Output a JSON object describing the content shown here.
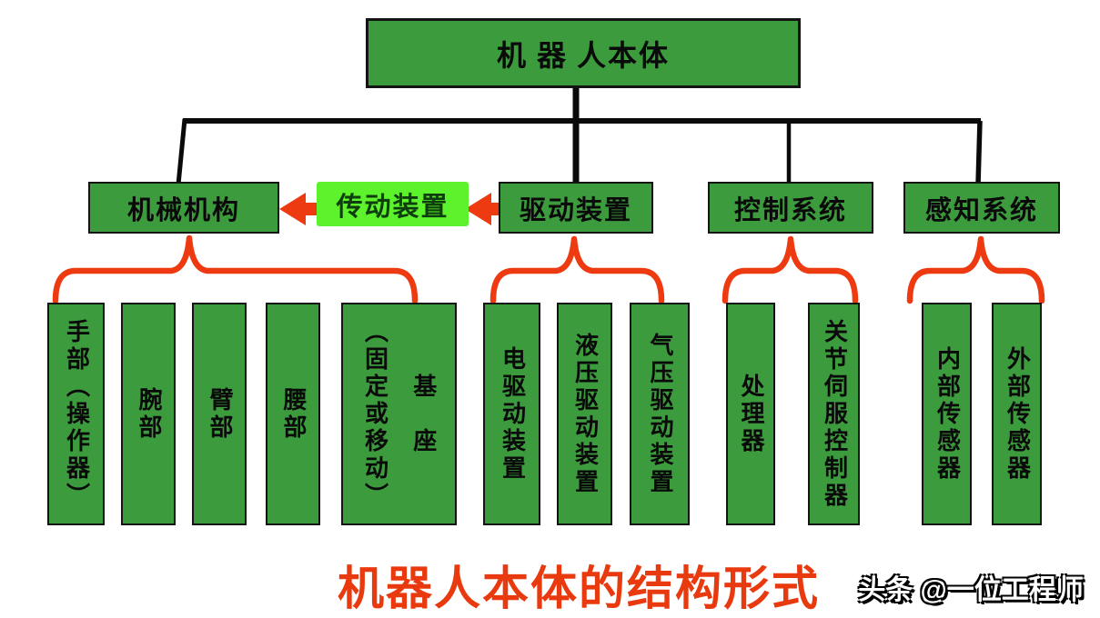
{
  "diagram": {
    "root_label": "机 器 人本体",
    "level2": [
      {
        "label": "机械机构"
      },
      {
        "label": "传动装置"
      },
      {
        "label": "驱动装置"
      },
      {
        "label": "控制系统"
      },
      {
        "label": "感知系统"
      }
    ],
    "mech_children": [
      "手部（操作器）",
      "腕部",
      "臂部",
      "腰部",
      "基　座\n（固定或移动）"
    ],
    "drive_children": [
      "电驱动装置",
      "液压驱动装置",
      "气压驱动装置"
    ],
    "control_children": [
      "处理器",
      "关节伺服控制器"
    ],
    "sense_children": [
      "内部传感器",
      "外部传感器"
    ],
    "caption": "机器人本体的结构形式",
    "watermark": "头条 @一位工程师",
    "colors": {
      "box_green": "#3C9B3D",
      "highlight_green": "#5CF32C",
      "arrow_red": "#EE3A10",
      "caption_red": "#E93A0F",
      "line_black": "#0a0a0a"
    }
  }
}
